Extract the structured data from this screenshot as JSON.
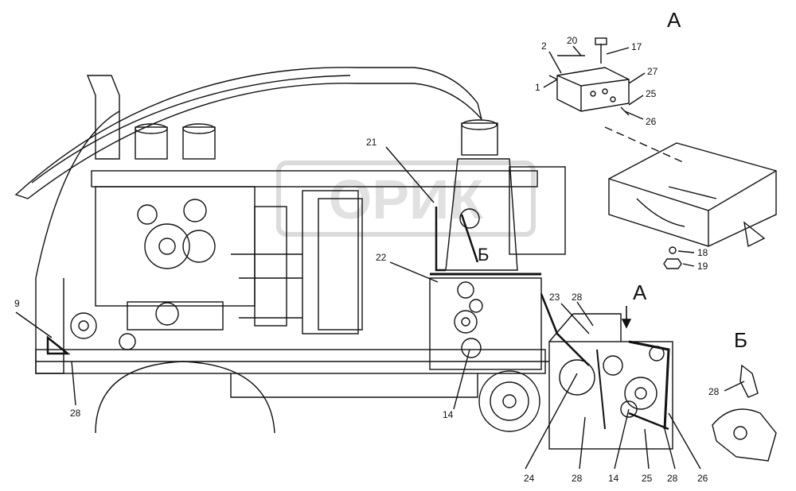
{
  "view_labels": {
    "a_top": "А",
    "a_mid": "А",
    "b_right": "Б",
    "b_mid": "Б"
  },
  "watermark": "ОРИК",
  "callouts": {
    "c1": "1",
    "c2": "2",
    "c20": "20",
    "c17": "17",
    "c27": "27",
    "c25a": "25",
    "c26a": "26",
    "c18": "18",
    "c19": "19",
    "c21": "21",
    "c22": "22",
    "c9": "9",
    "c28a": "28",
    "c23": "23",
    "c28b": "28",
    "c14a": "14",
    "c24": "24",
    "c28c": "28",
    "c14b": "14",
    "c25b": "25",
    "c28d": "28",
    "c26b": "26",
    "c28e": "28"
  },
  "colors": {
    "line": "#111111",
    "watermark": "#cfcfcf"
  }
}
